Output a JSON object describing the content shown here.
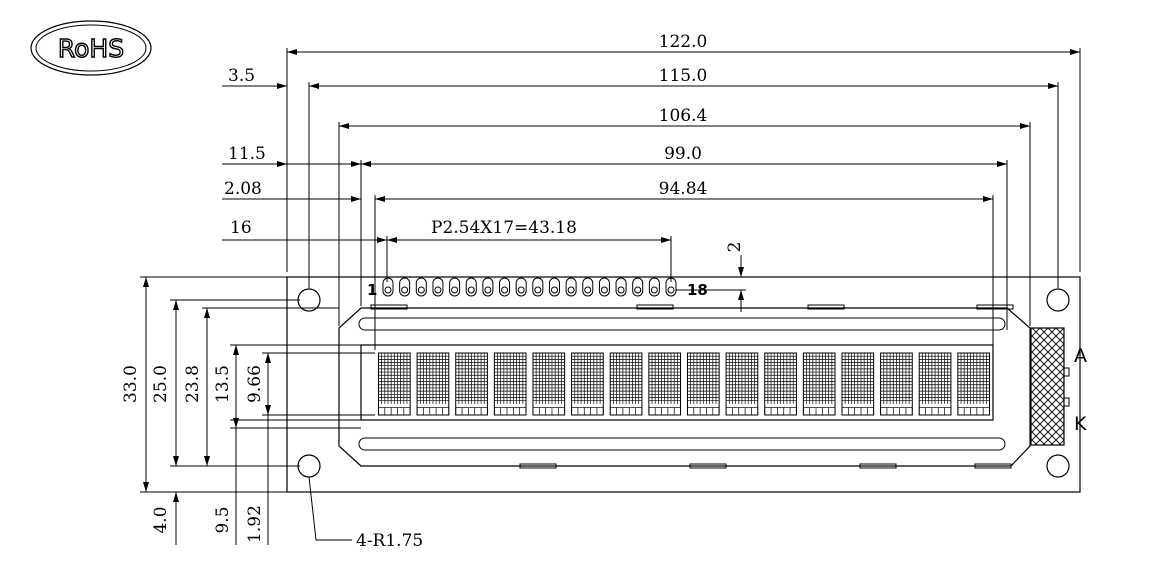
{
  "logo": {
    "text": "RoHS"
  },
  "dimensions": {
    "overall_width": "122.0",
    "hole_pitch_x": "115.0",
    "bezel_width": "106.4",
    "viewing_area_width": "99.0",
    "active_area_width": "94.84",
    "pin_pitch": "P2.54X17=43.18",
    "hole_offset": "3.5",
    "view_offset": "11.5",
    "active_offset": "2.08",
    "pin_offset": "16",
    "pin_height": "2",
    "overall_height": "33.0",
    "hole_pitch_y": "25.0",
    "bezel_height": "23.8",
    "viewing_area_height": "13.5",
    "active_area_height": "9.66",
    "hole_margin": "4.0",
    "view_bottom": "9.5",
    "active_bottom": "1.92",
    "hole_radius": "4-R1.75"
  },
  "pins": {
    "first": "1",
    "last": "18"
  },
  "backlight": {
    "anode": "A",
    "cathode": "K"
  },
  "display": {
    "characters_per_line": 16,
    "lines": 1,
    "dot_columns": 5,
    "dot_rows": 8
  }
}
